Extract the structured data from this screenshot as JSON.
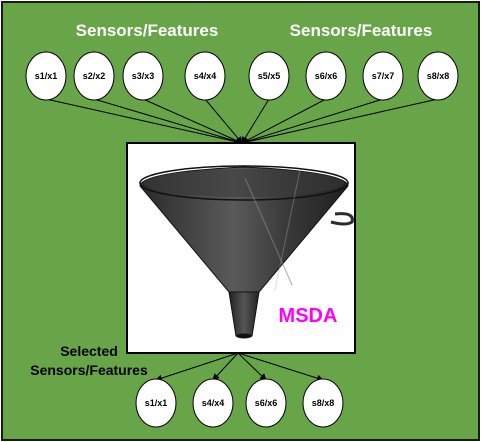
{
  "colors": {
    "background": "#68a448",
    "border": "#1a1a1a",
    "node_fill": "#ffffff",
    "funnel": "#333333",
    "msda_label": "#ff00ff"
  },
  "headings": {
    "left": "Sensors/Features",
    "right": "Sensors/Features",
    "selected_line1": "Selected",
    "selected_line2": "Sensors/Features"
  },
  "input_nodes": [
    "s1/x1",
    "s2/x2",
    "s3/x3",
    "s4/x4",
    "s5/x5",
    "s6/x6",
    "s7/x7",
    "s8/x8"
  ],
  "funnel": {
    "label": "MSDA",
    "icon": "funnel-icon"
  },
  "output_nodes": [
    "s1/x1",
    "s4/x4",
    "s6/x6",
    "s8/x8"
  ]
}
